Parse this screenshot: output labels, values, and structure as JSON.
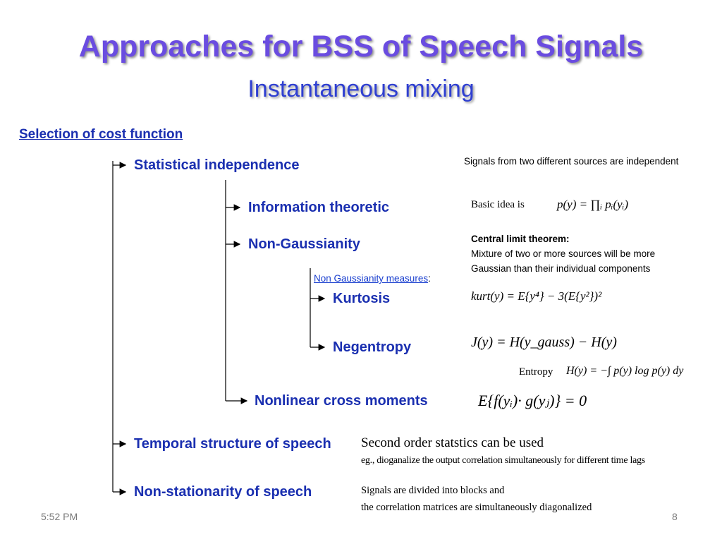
{
  "title": "Approaches for BSS of Speech Signals",
  "subtitle": "Instantaneous mixing",
  "section": "Selection of cost function",
  "tree": {
    "statistical": "Statistical independence",
    "information": "Information theoretic",
    "nongaussianity": "Non-Gaussianity",
    "ng_measures_link": "Non Gaussianity measures",
    "ng_measures_colon": ":",
    "kurtosis": "Kurtosis",
    "negentropy": "Negentropy",
    "nonlinear": "Nonlinear cross moments",
    "temporal": "Temporal structure of speech",
    "nonstationarity": "Non-stationarity of speech"
  },
  "notes": {
    "statistical": "Signals from two different sources are independent",
    "basic_idea": "Basic  idea  is",
    "basic_formula": "p(y) = ∏ᵢ pᵢ(yᵢ)",
    "clt_title": "Central limit theorem:",
    "clt_line1": "Mixture of two or more sources will be more",
    "clt_line2": "Gaussian than their individual components",
    "kurt_formula": "kurt(y) = E{y⁴} − 3(E{y²})²",
    "negentropy_formula": "J(y) = H(y_gauss) − H(y)",
    "entropy_label": "Entropy",
    "entropy_formula": "H(y) = −∫ p(y) log p(y) dy",
    "nonlinear_formula": "E{f(yᵢ)· g(yⱼ)} = 0",
    "temporal_line1": "Second order statstics can be used",
    "temporal_line2": "eg., dioganalize the output correlation simultaneously for different time lags",
    "nonstat_line1": "Signals are divided into blocks and",
    "nonstat_line2": "the correlation  matrices are simultaneously diagonalized"
  },
  "footer": {
    "time": "5:52 PM",
    "page": "8"
  },
  "colors": {
    "title": "#6a4ce0",
    "subtitle": "#2f3fd1",
    "node": "#1a2fb0",
    "link": "#1a3fcf",
    "footer": "#7a7a7a"
  }
}
